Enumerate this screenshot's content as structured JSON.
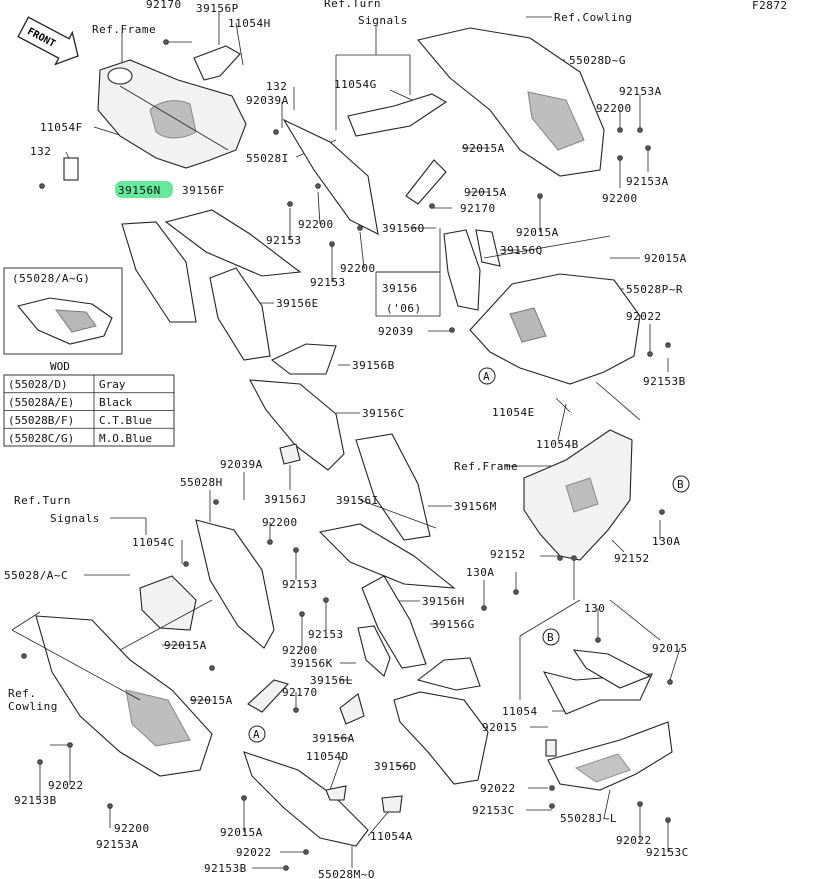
{
  "figure_id": "F2872",
  "front_label": "FRONT",
  "highlight_color": "#35e07a",
  "callouts": [
    {
      "id": "c01",
      "text": "92170"
    },
    {
      "id": "c02",
      "text": "39156P"
    },
    {
      "id": "c03",
      "text": "11054H"
    },
    {
      "id": "c04",
      "text": "Ref.Frame"
    },
    {
      "id": "c05",
      "text": "Ref.Turn"
    },
    {
      "id": "c06",
      "text": "Signals"
    },
    {
      "id": "c07",
      "text": "Ref.Cowling"
    },
    {
      "id": "c08",
      "text": "55028D~G"
    },
    {
      "id": "c09",
      "text": "11054G"
    },
    {
      "id": "c10",
      "text": "132"
    },
    {
      "id": "c11",
      "text": "92039A"
    },
    {
      "id": "c12",
      "text": "11054F"
    },
    {
      "id": "c13",
      "text": "132"
    },
    {
      "id": "c14",
      "text": "55028I"
    },
    {
      "id": "c15",
      "text": "92015A"
    },
    {
      "id": "c16",
      "text": "92153A"
    },
    {
      "id": "c17",
      "text": "92200"
    },
    {
      "id": "c18",
      "text": "92153A"
    },
    {
      "id": "c19",
      "text": "92200"
    },
    {
      "id": "c20",
      "text": "39156N"
    },
    {
      "id": "c21",
      "text": "39156F"
    },
    {
      "id": "c22",
      "text": "92015A"
    },
    {
      "id": "c23",
      "text": "92170"
    },
    {
      "id": "c24",
      "text": "92200"
    },
    {
      "id": "c25",
      "text": "92153"
    },
    {
      "id": "c26",
      "text": "39156O"
    },
    {
      "id": "c27",
      "text": "92015A"
    },
    {
      "id": "c28",
      "text": "39156Q"
    },
    {
      "id": "c29",
      "text": "92200"
    },
    {
      "id": "c30",
      "text": "92153"
    },
    {
      "id": "c31",
      "text": "92015A"
    },
    {
      "id": "c32",
      "text": "39156E"
    },
    {
      "id": "c33",
      "text": "39156"
    },
    {
      "id": "c34",
      "text": "('06)"
    },
    {
      "id": "c35",
      "text": "55028P~R"
    },
    {
      "id": "c36",
      "text": "92039"
    },
    {
      "id": "c37",
      "text": "92022"
    },
    {
      "id": "c38",
      "text": "39156B"
    },
    {
      "id": "c39",
      "text": "92153B"
    },
    {
      "id": "c40",
      "text": "11054E"
    },
    {
      "id": "c41",
      "text": "39156C"
    },
    {
      "id": "c42",
      "text": "11054B"
    },
    {
      "id": "c43",
      "text": "Ref.Frame"
    },
    {
      "id": "c44",
      "text": "92039A"
    },
    {
      "id": "c45",
      "text": "55028H"
    },
    {
      "id": "c46",
      "text": "39156J"
    },
    {
      "id": "c47",
      "text": "39156I"
    },
    {
      "id": "c48",
      "text": "39156M"
    },
    {
      "id": "c49",
      "text": "Ref.Turn"
    },
    {
      "id": "c50",
      "text": "Signals"
    },
    {
      "id": "c51",
      "text": "92200"
    },
    {
      "id": "c52",
      "text": "11054C"
    },
    {
      "id": "c53",
      "text": "130A"
    },
    {
      "id": "c54",
      "text": "92152"
    },
    {
      "id": "c55",
      "text": "92152"
    },
    {
      "id": "c56",
      "text": "55028/A~C"
    },
    {
      "id": "c57",
      "text": "92153"
    },
    {
      "id": "c58",
      "text": "130A"
    },
    {
      "id": "c59",
      "text": "39156H"
    },
    {
      "id": "c60",
      "text": "92153"
    },
    {
      "id": "c61",
      "text": "92200"
    },
    {
      "id": "c62",
      "text": "92015A"
    },
    {
      "id": "c63",
      "text": "39156G"
    },
    {
      "id": "c64",
      "text": "130"
    },
    {
      "id": "c65",
      "text": "39156K"
    },
    {
      "id": "c66",
      "text": "92015"
    },
    {
      "id": "c67",
      "text": "39156L"
    },
    {
      "id": "c68",
      "text": "Ref."
    },
    {
      "id": "c69",
      "text": "Cowling"
    },
    {
      "id": "c70",
      "text": "92015A"
    },
    {
      "id": "c71",
      "text": "92170"
    },
    {
      "id": "c72",
      "text": "11054"
    },
    {
      "id": "c73",
      "text": "92015"
    },
    {
      "id": "c74",
      "text": "39156A"
    },
    {
      "id": "c75",
      "text": "11054D"
    },
    {
      "id": "c76",
      "text": "92022"
    },
    {
      "id": "c77",
      "text": "39156D"
    },
    {
      "id": "c78",
      "text": "92022"
    },
    {
      "id": "c79",
      "text": "92153B"
    },
    {
      "id": "c80",
      "text": "92153C"
    },
    {
      "id": "c81",
      "text": "55028J~L"
    },
    {
      "id": "c82",
      "text": "92200"
    },
    {
      "id": "c83",
      "text": "92015A"
    },
    {
      "id": "c84",
      "text": "11054A"
    },
    {
      "id": "c85",
      "text": "92153A"
    },
    {
      "id": "c86",
      "text": "92022"
    },
    {
      "id": "c87",
      "text": "92022"
    },
    {
      "id": "c88",
      "text": "92153B"
    },
    {
      "id": "c89",
      "text": "55028M~O"
    },
    {
      "id": "c90",
      "text": "92153C"
    }
  ],
  "markers": [
    {
      "id": "m1",
      "text": "A"
    },
    {
      "id": "m2",
      "text": "B"
    },
    {
      "id": "m3",
      "text": "B"
    },
    {
      "id": "m4",
      "text": "A"
    }
  ],
  "inset": {
    "label": "(55028/A~G)"
  },
  "wod_table": {
    "title": "WOD",
    "rows": [
      {
        "code": "(55028/D)",
        "color": "Gray"
      },
      {
        "code": "(55028A/E)",
        "color": "Black"
      },
      {
        "code": "(55028B/F)",
        "color": "C.T.Blue"
      },
      {
        "code": "(55028C/G)",
        "color": "M.O.Blue"
      }
    ]
  }
}
